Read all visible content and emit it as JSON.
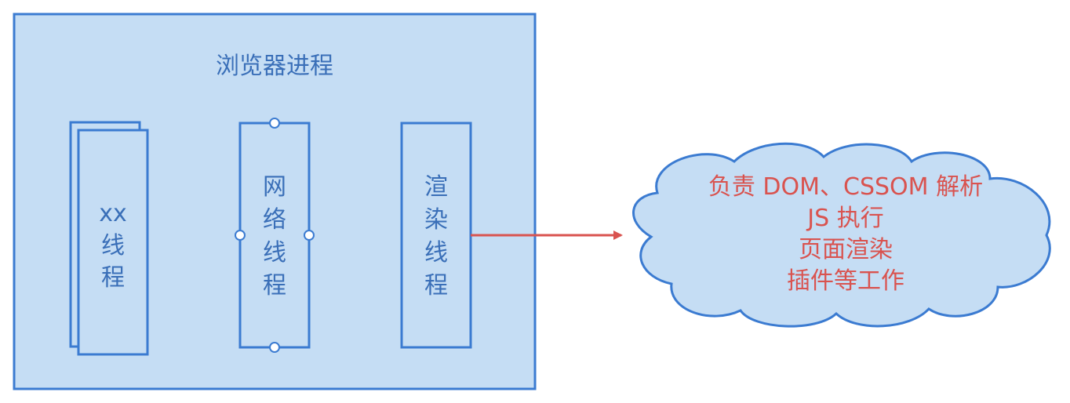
{
  "process": {
    "title": "浏览器进程"
  },
  "threads": [
    {
      "id": "xx",
      "lines": [
        "xx",
        "线",
        "程"
      ]
    },
    {
      "id": "network",
      "lines": [
        "网",
        "络",
        "线",
        "程"
      ]
    },
    {
      "id": "render",
      "lines": [
        "渲",
        "染",
        "线",
        "程"
      ]
    }
  ],
  "cloud": {
    "lines": [
      "负责 DOM、CSSOM 解析",
      "JS 执行",
      "页面渲染",
      "插件等工作"
    ]
  },
  "colors": {
    "fill": "#c5ddf4",
    "stroke": "#3b7bd1",
    "text": "#3a6fb8",
    "arrow": "#d9534f"
  }
}
